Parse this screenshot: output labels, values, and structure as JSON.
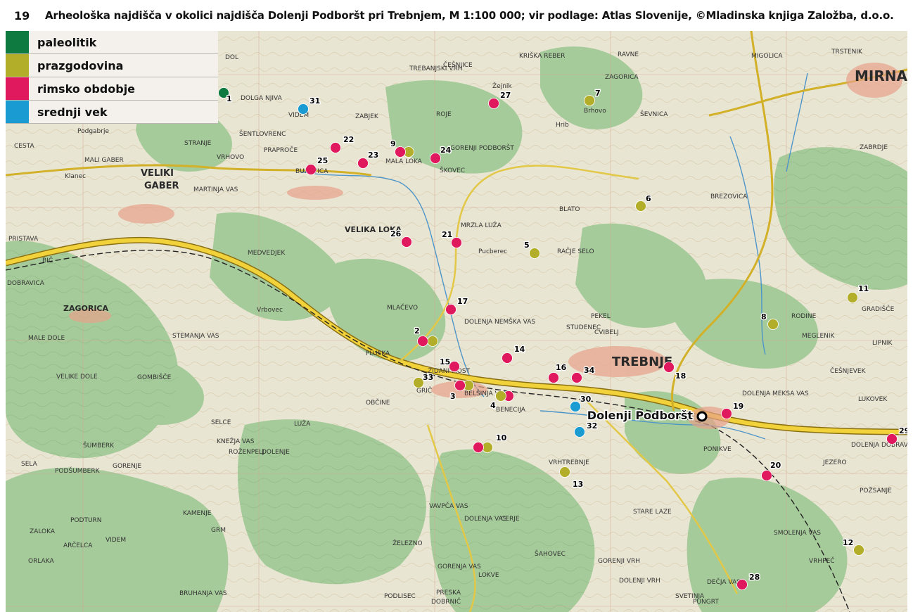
{
  "figure": {
    "number": "19",
    "caption": "Arheološka najdišča v okolici najdišča Dolenji Podboršt pri Trebnjem, M 1:100 000; vir podlage: Atlas Slovenije, ©Mladinska knjiga Založba, d.o.o."
  },
  "legend": [
    {
      "label": "paleolitik",
      "color": "#0e7a3f"
    },
    {
      "label": "prazgodovina",
      "color": "#b3ae2a"
    },
    {
      "label": "rimsko obdobje",
      "color": "#e0185e"
    },
    {
      "label": "srednji vek",
      "color": "#1a9bd1"
    }
  ],
  "colors": {
    "paleolitik": "#0e7a3f",
    "prazgodovina": "#b3ae2a",
    "rimsko": "#e0185e",
    "srednji": "#1a9bd1",
    "terrain_light": "#e8e4d4",
    "terrain_forest": "#9fc794",
    "road": "#f2d23a"
  },
  "target_site": {
    "label": "Dolenji Podboršt"
  },
  "towns": [
    {
      "key": "mirna",
      "label": "MIRNA"
    },
    {
      "key": "trebnje",
      "label": "TREBNJE"
    },
    {
      "key": "veliki_gaber_1",
      "label": "VELIKI"
    },
    {
      "key": "veliki_gaber_2",
      "label": "GABER"
    },
    {
      "key": "zagorica",
      "label": "ZAGORICA"
    },
    {
      "key": "velika_loka",
      "label": "VELIKA LOKA"
    }
  ],
  "places": [
    {
      "key": "dol",
      "label": "DOL"
    },
    {
      "key": "dolga_njiva",
      "label": "DOLGA NJIVA"
    },
    {
      "key": "videm",
      "label": "VIDEM"
    },
    {
      "key": "zabjek",
      "label": "ZABJEK"
    },
    {
      "key": "sentlovrenc",
      "label": "ŠENTLOVRENC"
    },
    {
      "key": "podgabrje",
      "label": "Podgabrje"
    },
    {
      "key": "stranje",
      "label": "STRANJE"
    },
    {
      "key": "cesta",
      "label": "CESTA"
    },
    {
      "key": "mali_gaber",
      "label": "MALI GABER"
    },
    {
      "key": "klanec",
      "label": "Klanec"
    },
    {
      "key": "praproce",
      "label": "PRAPROČE"
    },
    {
      "key": "vrhovo",
      "label": "VRHOVO"
    },
    {
      "key": "martinja_vas",
      "label": "MARTINJA VAS"
    },
    {
      "key": "bukovica",
      "label": "BUKOVICA"
    },
    {
      "key": "trebanjski_vrh",
      "label": "TREBANJSKI VRH"
    },
    {
      "key": "zagorica_top",
      "label": "ZAGORICA"
    },
    {
      "key": "krizka_reber",
      "label": "KRIŠKA REBER"
    },
    {
      "key": "ravne",
      "label": "RAVNE"
    },
    {
      "key": "migolica",
      "label": "MIGOLICA"
    },
    {
      "key": "trstenik",
      "label": "TRSTENIK"
    },
    {
      "key": "mala_loka",
      "label": "MALA LOKA"
    },
    {
      "key": "skovec",
      "label": "ŠKOVEC"
    },
    {
      "key": "gorenji_podborst",
      "label": "GORENJI PODBORŠT"
    },
    {
      "key": "rodne",
      "label": "ROJE"
    },
    {
      "key": "zejnik",
      "label": "Žejnik"
    },
    {
      "key": "cesnjice_top",
      "label": "ČEŠNJICE"
    },
    {
      "key": "hrib",
      "label": "Hrib"
    },
    {
      "key": "sevnica",
      "label": "ŠEVNICA"
    },
    {
      "key": "brhovo",
      "label": "Brhovo"
    },
    {
      "key": "blato",
      "label": "BLATO"
    },
    {
      "key": "brezovica",
      "label": "BREZOVICA"
    },
    {
      "key": "zabrdje",
      "label": "ZABRDJE"
    },
    {
      "key": "mrzla_luza",
      "label": "MRZLA LUŽA"
    },
    {
      "key": "racje_selo",
      "label": "RAČJE SELO"
    },
    {
      "key": "pucberec",
      "label": "Pucberec"
    },
    {
      "key": "medvedjek",
      "label": "MEDVEDJEK"
    },
    {
      "key": "dobravica",
      "label": "DOBRAVICA"
    },
    {
      "key": "pristava",
      "label": "PRISTAVA"
    },
    {
      "key": "bic",
      "label": "BIČ"
    },
    {
      "key": "mlacevo",
      "label": "MLAČEVO"
    },
    {
      "key": "stemanja_vas",
      "label": "STEMANJA VAS"
    },
    {
      "key": "vrbovec",
      "label": "Vrbovec"
    },
    {
      "key": "mule_dole",
      "label": "MALE DOLE"
    },
    {
      "key": "velike_dole",
      "label": "VELIKE DOLE"
    },
    {
      "key": "gombisce",
      "label": "GOMBIŠČE"
    },
    {
      "key": "sela",
      "label": "SELA"
    },
    {
      "key": "selce",
      "label": "SELCE"
    },
    {
      "key": "luza",
      "label": "LUŽA"
    },
    {
      "key": "knezja_vas",
      "label": "KNEŽJA VAS"
    },
    {
      "key": "rozenpelj",
      "label": "ROŽENPELJ"
    },
    {
      "key": "dolenje",
      "label": "DOLENJE"
    },
    {
      "key": "gorenje",
      "label": "GORENJE"
    },
    {
      "key": "pluska",
      "label": "PLUSKA"
    },
    {
      "key": "obcine",
      "label": "OBČINE"
    },
    {
      "key": "gric",
      "label": "GRIČ"
    },
    {
      "key": "zidani_most",
      "label": "ZIDANI MOST"
    },
    {
      "key": "belsinja_vas",
      "label": "BELŠINJA VAS"
    },
    {
      "key": "benecija",
      "label": "BENECIJA"
    },
    {
      "key": "studenec",
      "label": "STUDENEC"
    },
    {
      "key": "pekel",
      "label": "PEKEL"
    },
    {
      "key": "cvibelj",
      "label": "CVIBELJ"
    },
    {
      "key": "rodine",
      "label": "RODINE"
    },
    {
      "key": "meglenik",
      "label": "MEGLENIK"
    },
    {
      "key": "lipnik",
      "label": "LIPNIK"
    },
    {
      "key": "cesnjevek",
      "label": "ČEŠNJEVEK"
    },
    {
      "key": "dolenja_nemska_vas",
      "label": "DOLENJA NEMŠKA VAS"
    },
    {
      "key": "lukovek",
      "label": "LUKOVEK"
    },
    {
      "key": "dolenja_dobrava",
      "label": "DOLENJA DOBRAVA"
    },
    {
      "key": "jezero",
      "label": "JEZERO"
    },
    {
      "key": "pozsanje",
      "label": "POŽSANJE"
    },
    {
      "key": "ponikve",
      "label": "PONIKVE"
    },
    {
      "key": "vrhtrebnje",
      "label": "VRHTREBNJE"
    },
    {
      "key": "stare_laze",
      "label": "STARE LAZE"
    },
    {
      "key": "smolenja_vas",
      "label": "SMOLENJA VAS"
    },
    {
      "key": "vrhpec",
      "label": "VRHPEČ"
    },
    {
      "key": "deca_vas",
      "label": "DEČJA VAS"
    },
    {
      "key": "sahovec",
      "label": "ŠAHOVEC"
    },
    {
      "key": "gorenji_vrh",
      "label": "GORENJI VRH"
    },
    {
      "key": "dolenji_vrh",
      "label": "DOLENJI VRH"
    },
    {
      "key": "pungrt",
      "label": "PUNGRT"
    },
    {
      "key": "svetinja",
      "label": "SVETINJA"
    },
    {
      "key": "dobrnic",
      "label": "DOBRNIČ"
    },
    {
      "key": "preska",
      "label": "PRESKA"
    },
    {
      "key": "podlisec",
      "label": "PODLISEC"
    },
    {
      "key": "lokve",
      "label": "LOKVE"
    },
    {
      "key": "gorenja_vas",
      "label": "GORENJA VAS"
    },
    {
      "key": "zelezno",
      "label": "ŽELEZNO"
    },
    {
      "key": "vavpca_vas",
      "label": "VAVPČA VAS"
    },
    {
      "key": "cerje",
      "label": "CERJE"
    },
    {
      "key": "dolenja_vas",
      "label": "DOLENJA VAS"
    },
    {
      "key": "kamenje",
      "label": "KAMENJE"
    },
    {
      "key": "sumberk",
      "label": "ŠUMBERK"
    },
    {
      "key": "podsumberk",
      "label": "PODŠUMBERK"
    },
    {
      "key": "orlaka",
      "label": "ORLAKA"
    },
    {
      "key": "arcelca",
      "label": "ARČELCA"
    },
    {
      "key": "zaloka",
      "label": "ZALOKA"
    },
    {
      "key": "grm",
      "label": "GRM"
    },
    {
      "key": "podturn",
      "label": "PODTURN"
    },
    {
      "key": "gradisce",
      "label": "GRADIŠČE"
    },
    {
      "key": "dolenja_zasna",
      "label": "DOLENJA MEKSA VAS"
    },
    {
      "key": "bruhanja",
      "label": "BRUHANJA VAS"
    },
    {
      "key": "medvedjek2",
      "label": "VIDEM"
    }
  ],
  "sites": [
    {
      "num": "1",
      "period": "paleolitik"
    },
    {
      "num": "2",
      "period": "rimsko",
      "companion": "prazgodovina"
    },
    {
      "num": "3",
      "period": "rimsko",
      "companion": "prazgodovina"
    },
    {
      "num": "4",
      "period": "prazgodovina",
      "companion": "rimsko"
    },
    {
      "num": "5",
      "period": "prazgodovina"
    },
    {
      "num": "6",
      "period": "prazgodovina"
    },
    {
      "num": "7",
      "period": "prazgodovina"
    },
    {
      "num": "8",
      "period": "prazgodovina"
    },
    {
      "num": "9",
      "period": "rimsko",
      "companion": "prazgodovina"
    },
    {
      "num": "10",
      "period": "rimsko",
      "companion": "prazgodovina"
    },
    {
      "num": "11",
      "period": "prazgodovina"
    },
    {
      "num": "12",
      "period": "prazgodovina"
    },
    {
      "num": "13",
      "period": "prazgodovina"
    },
    {
      "num": "14",
      "period": "rimsko"
    },
    {
      "num": "15",
      "period": "rimsko"
    },
    {
      "num": "16",
      "period": "rimsko"
    },
    {
      "num": "17",
      "period": "rimsko"
    },
    {
      "num": "18",
      "period": "rimsko"
    },
    {
      "num": "19",
      "period": "rimsko"
    },
    {
      "num": "20",
      "period": "rimsko"
    },
    {
      "num": "21",
      "period": "rimsko"
    },
    {
      "num": "22",
      "period": "rimsko"
    },
    {
      "num": "23",
      "period": "rimsko"
    },
    {
      "num": "24",
      "period": "rimsko"
    },
    {
      "num": "25",
      "period": "rimsko"
    },
    {
      "num": "26",
      "period": "rimsko"
    },
    {
      "num": "27",
      "period": "rimsko"
    },
    {
      "num": "28",
      "period": "rimsko"
    },
    {
      "num": "29",
      "period": "rimsko"
    },
    {
      "num": "30",
      "period": "srednji"
    },
    {
      "num": "31",
      "period": "srednji"
    },
    {
      "num": "32",
      "period": "srednji"
    },
    {
      "num": "33",
      "period": "prazgodovina"
    },
    {
      "num": "34",
      "period": "rimsko"
    }
  ]
}
